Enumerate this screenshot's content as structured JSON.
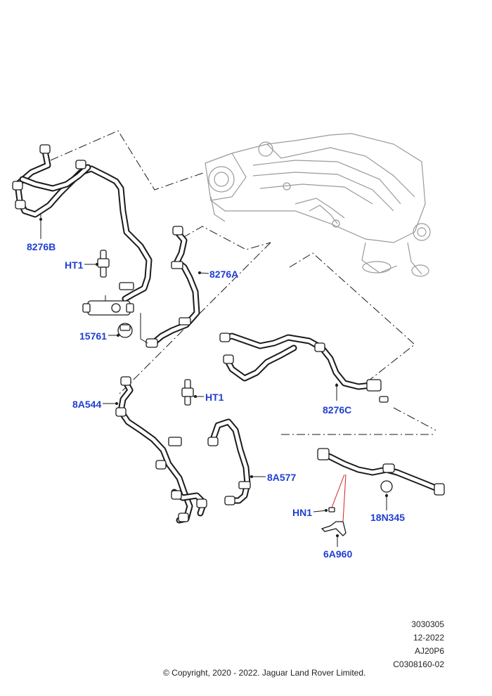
{
  "callouts": {
    "p8276B": "8276B",
    "ht1_top": "HT1",
    "p8276A": "8276A",
    "p15761": "15761",
    "p8276C": "8276C",
    "p8A544": "8A544",
    "ht1_mid": "HT1",
    "p8A577": "8A577",
    "hn1": "HN1",
    "p18N345": "18N345",
    "p6A960": "6A960"
  },
  "info_block": {
    "line1": "3030305",
    "line2": "12-2022",
    "line3": "AJ20P6",
    "line4": "C0308160-02"
  },
  "copyright": "© Copyright, 2020 - 2022. Jaguar Land Rover Limited.",
  "colors": {
    "callout": "#1f3fd1",
    "line": "#1b1b1b",
    "engine": "#9a9a9a",
    "red_leader": "#d22020"
  }
}
